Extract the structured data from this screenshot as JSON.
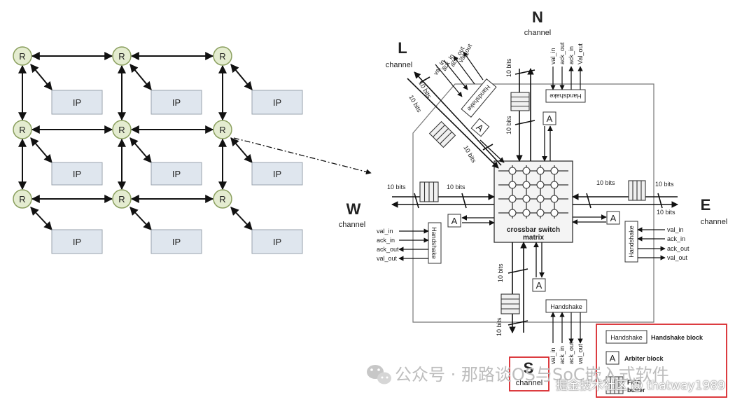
{
  "mesh": {
    "router_label": "R",
    "ip_label": "IP"
  },
  "router": {
    "channels": {
      "n": {
        "letter": "N",
        "word": "channel"
      },
      "l": {
        "letter": "L",
        "word": "channel"
      },
      "w": {
        "letter": "W",
        "word": "channel"
      },
      "e": {
        "letter": "E",
        "word": "channel"
      },
      "s": {
        "letter": "S",
        "word": "channel"
      }
    },
    "bits": "10 bits",
    "crossbar_line1": "crossbar switch",
    "crossbar_line2": "matrix",
    "handshake": "Handshake",
    "arbiter": "A",
    "signals": {
      "val_in": "val_in",
      "ack_in": "ack_in",
      "ack_out": "ack_out",
      "val_out": "val_out",
      "Val_out": "Val_out"
    }
  },
  "legend": {
    "handshake_box": "Handshake",
    "handshake_desc": "Handshake block",
    "arbiter_box": "A",
    "arbiter_desc": "Arbiter block",
    "buffer_desc_1": "FIFO",
    "buffer_desc_2": "buffer"
  },
  "watermark": {
    "text": "公众号 · 那路谈OS与SoC嵌入式软件",
    "credit": "掘金技术社区 @ thatway1989"
  },
  "colors": {
    "router_fill": "#e4ecd0",
    "ip_fill": "#dfe6ee",
    "legend_border": "#d9262b"
  }
}
